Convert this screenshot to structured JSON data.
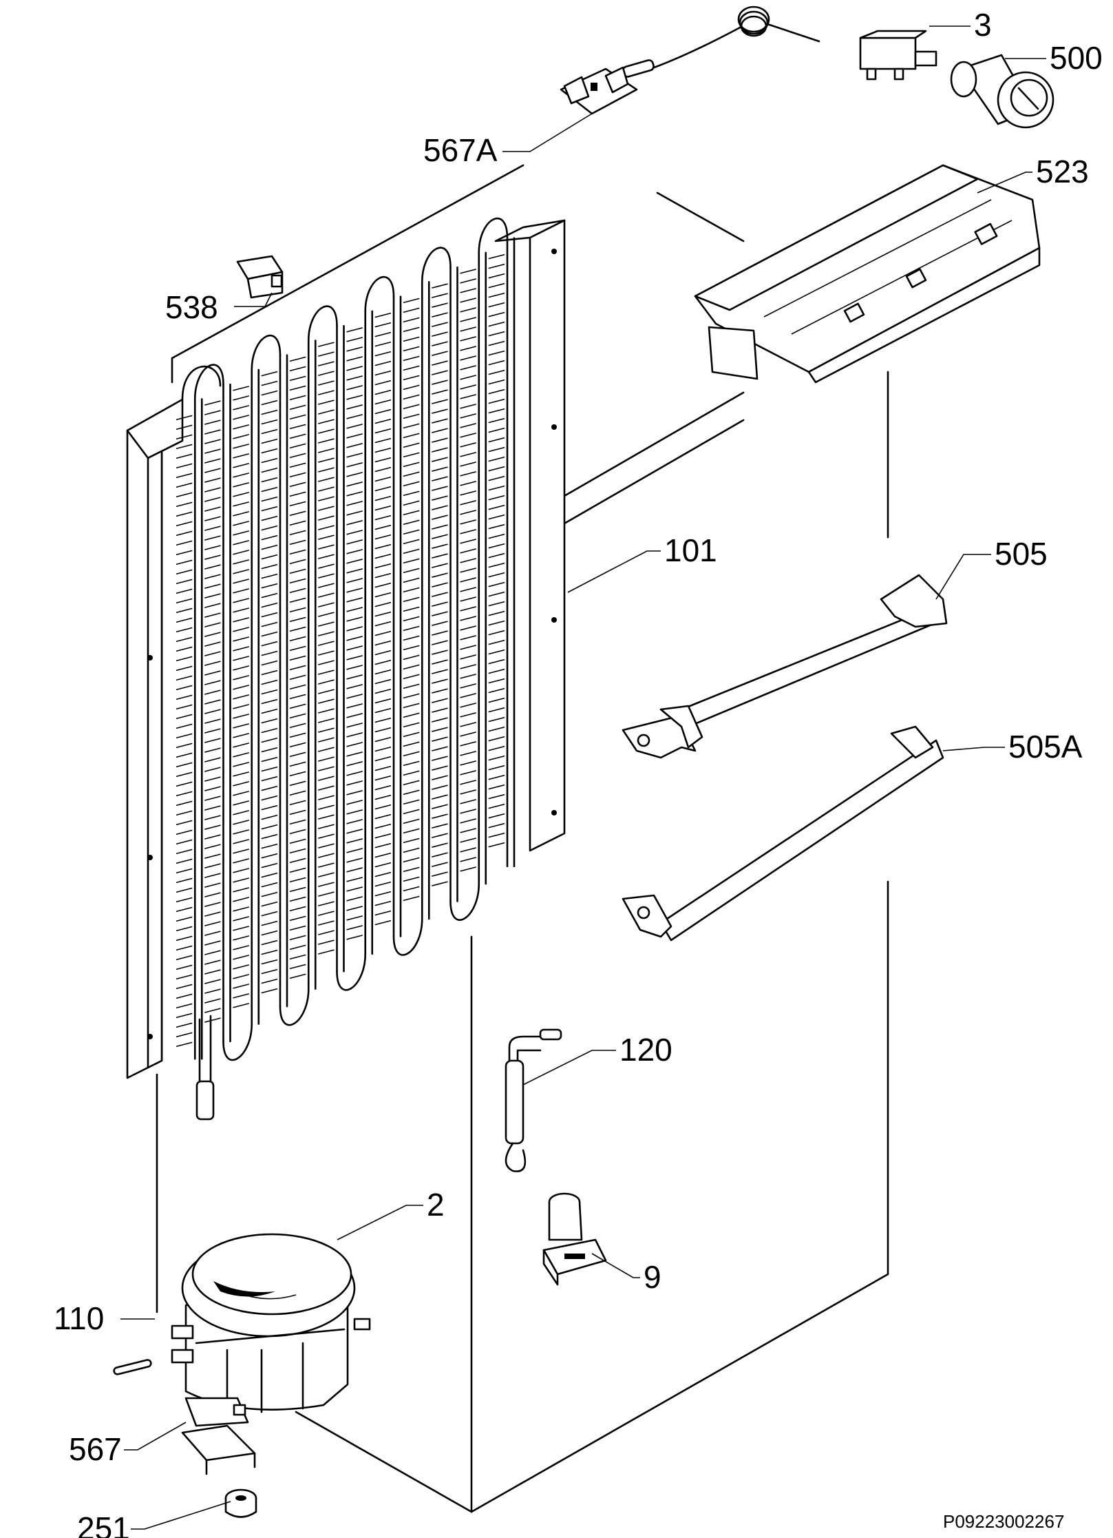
{
  "callouts": {
    "c3": "3",
    "c500": "500",
    "c567a": "567A",
    "c523": "523",
    "c538": "538",
    "c101": "101",
    "c505": "505",
    "c505a": "505A",
    "c120": "120",
    "c2": "2",
    "c9": "9",
    "c110": "110",
    "c567": "567",
    "c251": "251"
  },
  "drawing_number": "P09223002267"
}
